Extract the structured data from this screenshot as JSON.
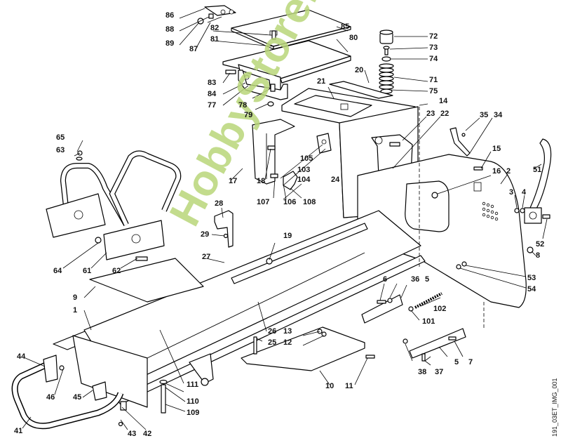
{
  "diagram": {
    "title": "Exploded view of lawn tractor frame and body parts",
    "image_id": "191_03ET_IMG_001",
    "watermark": "HobbyStore.it",
    "watermark_color": "#b9d67a",
    "part_labels": {
      "p1": "1",
      "p2": "2",
      "p3": "3",
      "p4": "4",
      "p5a": "5",
      "p5b": "5",
      "p6": "6",
      "p7": "7",
      "p8": "8",
      "p9": "9",
      "p10": "10",
      "p11": "11",
      "p12": "12",
      "p13": "13",
      "p14": "14",
      "p15": "15",
      "p16": "16",
      "p17": "17",
      "p18": "18",
      "p19": "19",
      "p20": "20",
      "p21": "21",
      "p22": "22",
      "p23": "23",
      "p24": "24",
      "p25": "25",
      "p26": "26",
      "p27": "27",
      "p28": "28",
      "p29": "29",
      "p34": "34",
      "p35": "35",
      "p36": "36",
      "p37": "37",
      "p38": "38",
      "p41": "41",
      "p42": "42",
      "p43": "43",
      "p44": "44",
      "p45": "45",
      "p46": "46",
      "p51": "51",
      "p52": "52",
      "p53": "53",
      "p54": "54",
      "p61": "61",
      "p62": "62",
      "p63": "63",
      "p64": "64",
      "p65": "65",
      "p71": "71",
      "p72": "72",
      "p73": "73",
      "p74": "74",
      "p75": "75",
      "p77": "77",
      "p78": "78",
      "p79": "79",
      "p80": "80",
      "p81": "81",
      "p82": "82",
      "p83": "83",
      "p84": "84",
      "p85": "85",
      "p86": "86",
      "p87": "87",
      "p88": "88",
      "p89": "89",
      "p101": "101",
      "p102": "102",
      "p103": "103",
      "p104": "104",
      "p105": "105",
      "p106": "106",
      "p107": "107",
      "p108": "108",
      "p109": "109",
      "p110": "110",
      "p111": "111"
    }
  }
}
